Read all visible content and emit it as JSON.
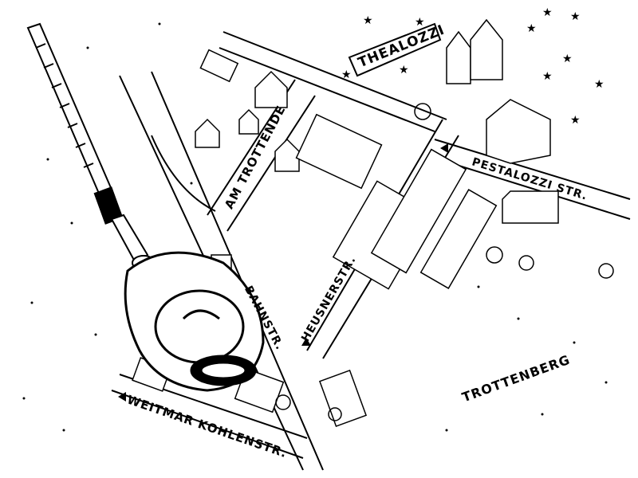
{
  "map": {
    "labels": {
      "school_banner": "THEALOZZI",
      "street_am_trottende": "AM TROTTENDE",
      "street_pestalozzi": "PESTALOZZI STR.",
      "street_bahnstr": "BAHNSTR.",
      "street_heusnerstr": "HEUSNERSTR.",
      "area_trottenberg": "TROTTENBERG",
      "street_weitmar_kohlenstr": "WEITMAR KOHLENSTR."
    },
    "colors": {
      "ink": "#000000",
      "paper": "#ffffff"
    }
  }
}
